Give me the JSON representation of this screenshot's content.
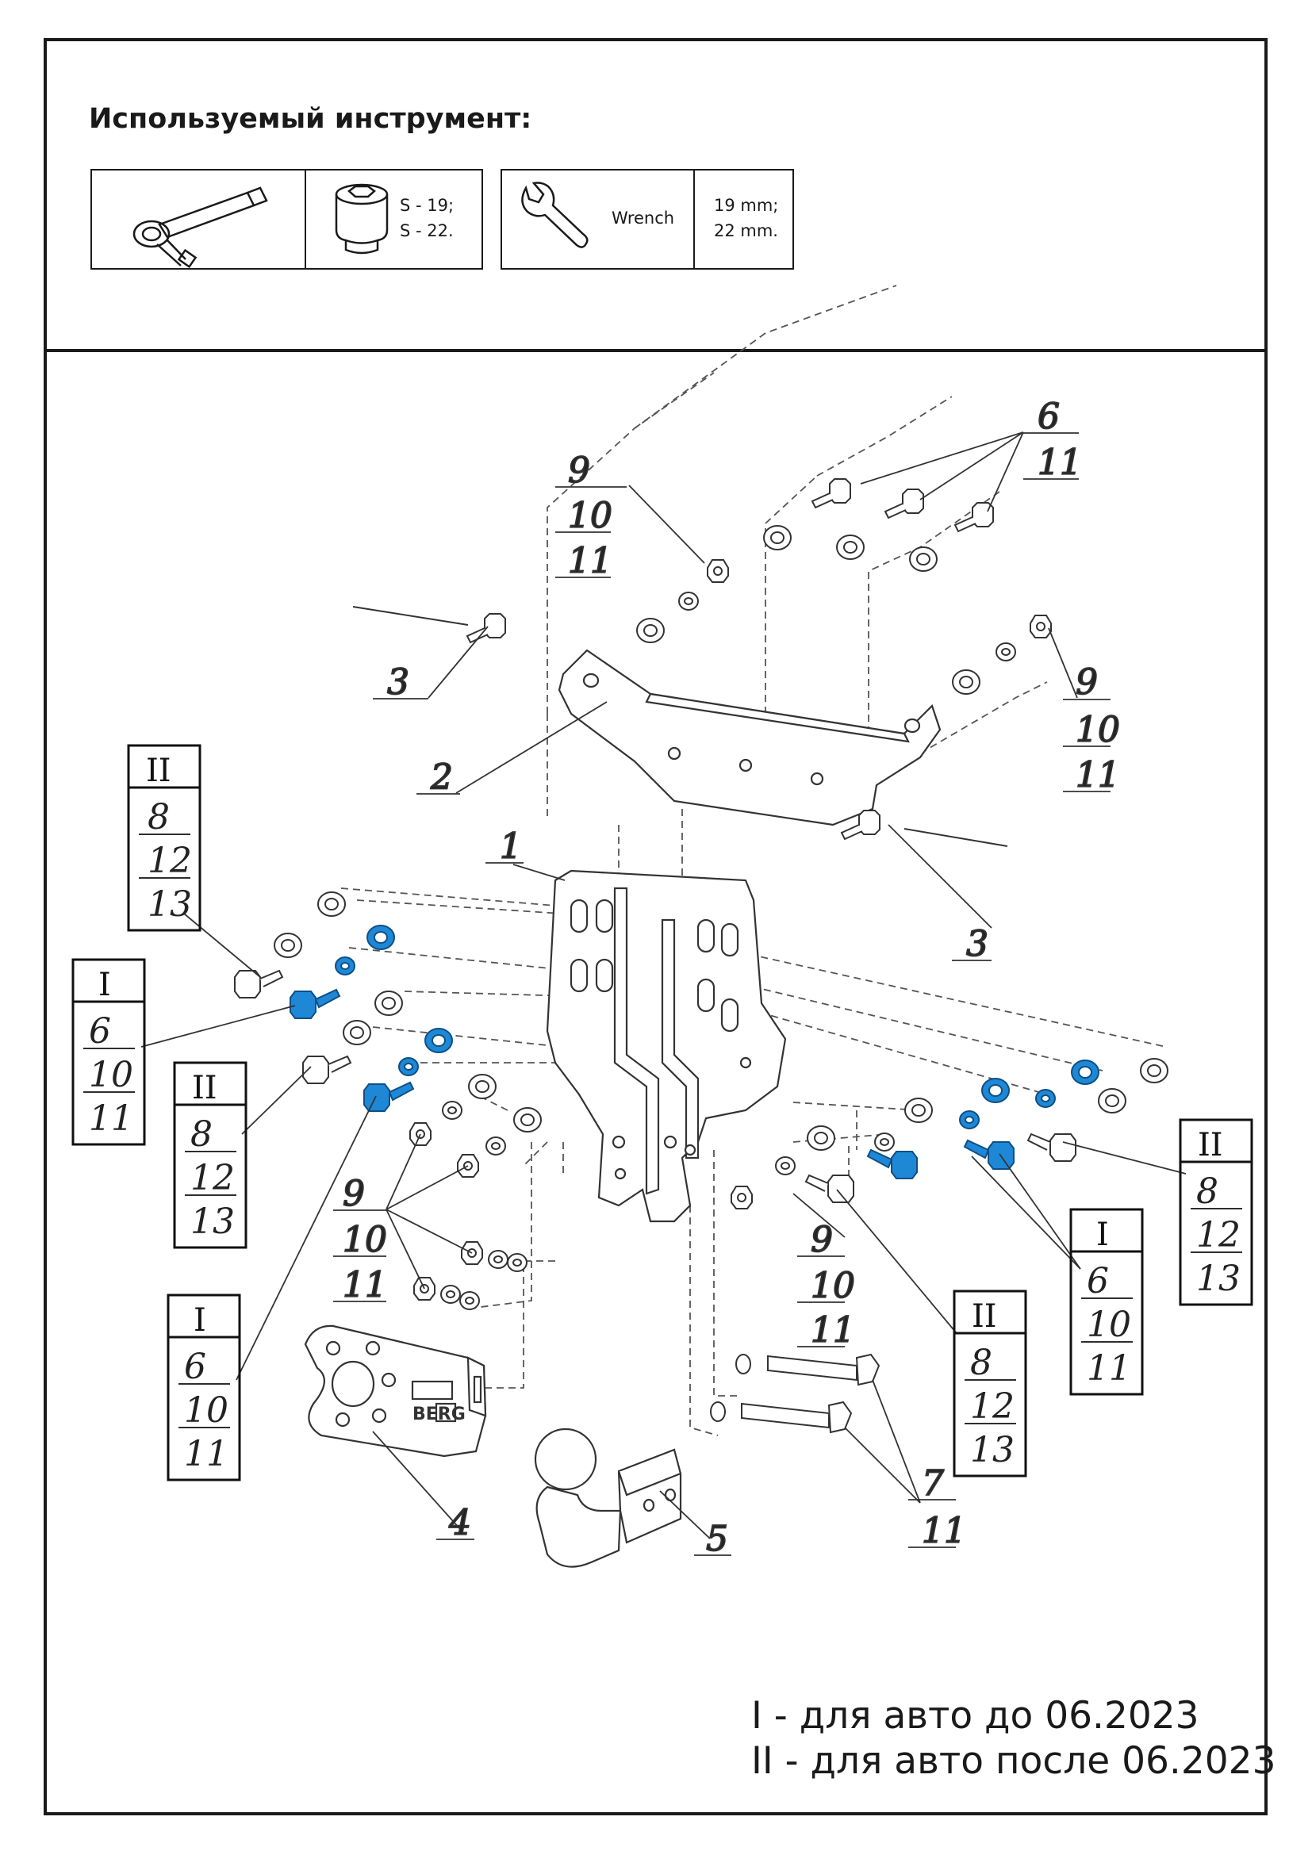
{
  "header": {
    "title": "Используемый инструмент:"
  },
  "tools": [
    {
      "icon": "ratchet-icon",
      "sizes": []
    },
    {
      "icon": "socket-icon",
      "sizes": [
        "S - 19;",
        "S - 22."
      ]
    },
    {
      "icon": "wrench-icon",
      "name": "Wrench",
      "sizes": [
        "19 mm;",
        "22 mm."
      ]
    }
  ],
  "diagram": {
    "accent_color": "#1e88d6",
    "callouts": {
      "c9_top": [
        "9",
        "10",
        "11"
      ],
      "c6_top": [
        "6",
        "11"
      ],
      "c3_left": [
        "3"
      ],
      "c2": [
        "2"
      ],
      "c9_right": [
        "9",
        "10",
        "11"
      ],
      "c3_right": [
        "3"
      ],
      "c1": [
        "1"
      ],
      "c9_left": [
        "9",
        "10",
        "11"
      ],
      "c9_mid": [
        "9",
        "10",
        "11"
      ],
      "c4": [
        "4"
      ],
      "c5": [
        "5"
      ],
      "c7": [
        "7",
        "11"
      ]
    },
    "boxes": {
      "b_II_left1": {
        "roman": "II",
        "items": [
          "8",
          "12",
          "13"
        ]
      },
      "b_I_left1": {
        "roman": "I",
        "items": [
          "6",
          "10",
          "11"
        ]
      },
      "b_II_left2": {
        "roman": "II",
        "items": [
          "8",
          "12",
          "13"
        ]
      },
      "b_I_left2": {
        "roman": "I",
        "items": [
          "6",
          "10",
          "11"
        ]
      },
      "b_II_right1": {
        "roman": "II",
        "items": [
          "8",
          "12",
          "13"
        ]
      },
      "b_I_right": {
        "roman": "I",
        "items": [
          "6",
          "10",
          "11"
        ]
      },
      "b_II_right2": {
        "roman": "II",
        "items": [
          "8",
          "12",
          "13"
        ]
      }
    },
    "ball_mount_brand": "BERG"
  },
  "notes": [
    "I - для авто до 06.2023",
    "II - для авто после 06.2023"
  ]
}
